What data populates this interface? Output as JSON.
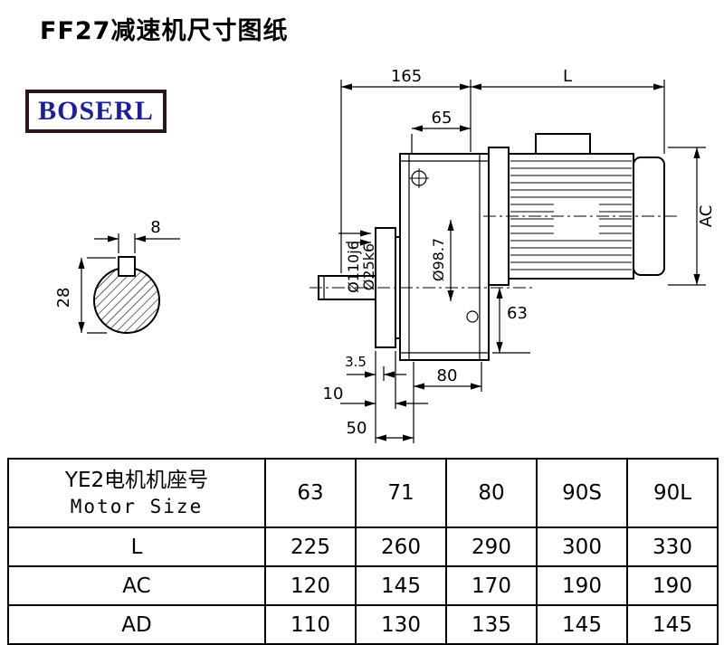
{
  "page": {
    "title": "FF27减速机尺寸图纸"
  },
  "logo": {
    "text": "BOSERL"
  },
  "drawing": {
    "dims": {
      "d165": "165",
      "dL": "L",
      "d65": "65",
      "dAC": "AC",
      "d8": "8",
      "d28": "28",
      "d110": "Ø110j6",
      "d25": "Ø25k6",
      "d98": "Ø98.7",
      "d63": "63",
      "d35": "3.5",
      "d10": "10",
      "d50": "50",
      "d80": "80"
    }
  },
  "table": {
    "header": {
      "label_line1": "YE2电机机座号",
      "label_line2": "Motor Size",
      "columns": [
        "63",
        "71",
        "80",
        "90S",
        "90L"
      ]
    },
    "rows": [
      {
        "label": "L",
        "values": [
          "225",
          "260",
          "290",
          "300",
          "330"
        ]
      },
      {
        "label": "AC",
        "values": [
          "120",
          "145",
          "170",
          "190",
          "190"
        ]
      },
      {
        "label": "AD",
        "values": [
          "110",
          "130",
          "135",
          "145",
          "145"
        ]
      }
    ]
  }
}
